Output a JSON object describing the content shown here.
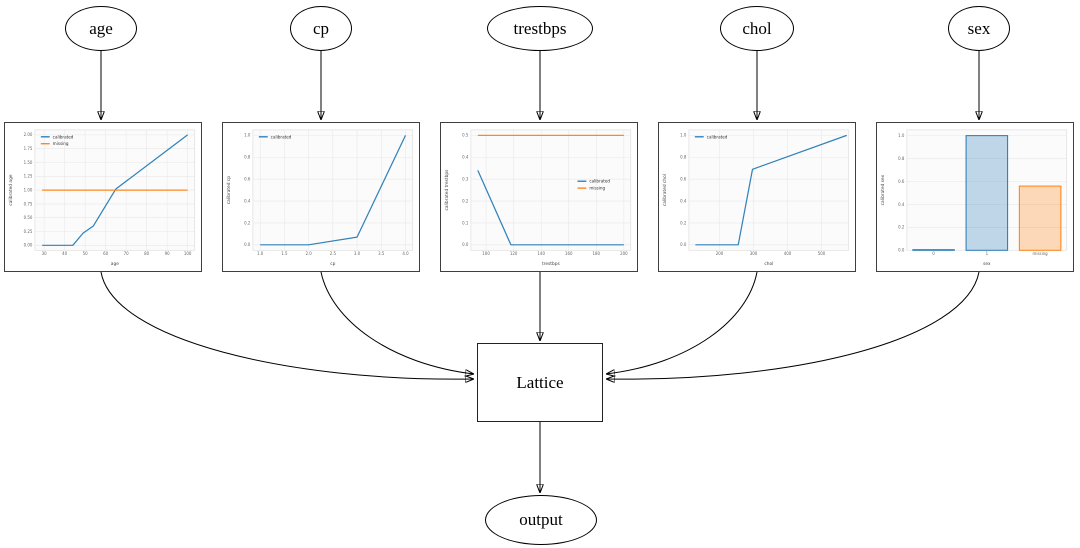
{
  "diagram": {
    "input_nodes": [
      {
        "id": "age",
        "label": "age"
      },
      {
        "id": "cp",
        "label": "cp"
      },
      {
        "id": "trestbps",
        "label": "trestbps"
      },
      {
        "id": "chol",
        "label": "chol"
      },
      {
        "id": "sex",
        "label": "sex"
      }
    ],
    "lattice_label": "Lattice",
    "output_label": "output",
    "edges": [
      {
        "from": "age",
        "to": "calibrator-age"
      },
      {
        "from": "cp",
        "to": "calibrator-cp"
      },
      {
        "from": "trestbps",
        "to": "calibrator-trestbps"
      },
      {
        "from": "chol",
        "to": "calibrator-chol"
      },
      {
        "from": "sex",
        "to": "calibrator-sex"
      },
      {
        "from": "calibrator-age",
        "to": "lattice"
      },
      {
        "from": "calibrator-cp",
        "to": "lattice"
      },
      {
        "from": "calibrator-trestbps",
        "to": "lattice"
      },
      {
        "from": "calibrator-chol",
        "to": "lattice"
      },
      {
        "from": "calibrator-sex",
        "to": "lattice"
      },
      {
        "from": "lattice",
        "to": "output"
      }
    ],
    "colors": {
      "calibrated": "#1f77b4",
      "missing": "#ff7f0e"
    }
  },
  "chart_data": [
    {
      "type": "line",
      "xlabel": "age",
      "ylabel": "calibrated age",
      "xlim": [
        25.5,
        103.5
      ],
      "ylim": [
        -0.09,
        2.09
      ],
      "xticks": [
        30,
        40,
        50,
        60,
        70,
        80,
        90,
        100
      ],
      "xticklabels": [
        "30",
        "40",
        "50",
        "60",
        "70",
        "80",
        "90",
        "100"
      ],
      "yticks": [
        0,
        0.25,
        0.5,
        0.75,
        1.0,
        1.25,
        1.5,
        1.75,
        2.0
      ],
      "yticklabels": [
        "0.00",
        "0.25",
        "0.50",
        "0.75",
        "1.00",
        "1.25",
        "1.50",
        "1.75",
        "2.00"
      ],
      "series": [
        {
          "name": "calibrated",
          "color": "#1f77b4",
          "points": [
            [
              29,
              0
            ],
            [
              44,
              0
            ],
            [
              49,
              0.22
            ],
            [
              54,
              0.35
            ],
            [
              65,
              1.02
            ],
            [
              100,
              2.0
            ]
          ]
        },
        {
          "name": "missing",
          "color": "#ff7f0e",
          "points": [
            [
              29,
              1.0
            ],
            [
              100,
              1.0
            ]
          ]
        }
      ],
      "legend": {
        "pos": "top-left",
        "entries": [
          {
            "label": "calibrated",
            "color": "#1f77b4"
          },
          {
            "label": "missing",
            "color": "#ff7f0e"
          }
        ]
      }
    },
    {
      "type": "line",
      "xlabel": "cp",
      "ylabel": "calibrated cp",
      "xlim": [
        0.85,
        4.15
      ],
      "ylim": [
        -0.05,
        1.05
      ],
      "xticks": [
        1.0,
        1.5,
        2.0,
        2.5,
        3.0,
        3.5,
        4.0
      ],
      "xticklabels": [
        "1.0",
        "1.5",
        "2.0",
        "2.5",
        "3.0",
        "3.5",
        "4.0"
      ],
      "yticks": [
        0,
        0.2,
        0.4,
        0.6,
        0.8,
        1.0
      ],
      "yticklabels": [
        "0.0",
        "0.2",
        "0.4",
        "0.6",
        "0.8",
        "1.0"
      ],
      "series": [
        {
          "name": "calibrated",
          "color": "#1f77b4",
          "points": [
            [
              1.0,
              0
            ],
            [
              2.0,
              0
            ],
            [
              3.0,
              0.07
            ],
            [
              4.0,
              1.0
            ]
          ]
        }
      ],
      "legend": {
        "pos": "top-left",
        "entries": [
          {
            "label": "calibrated",
            "color": "#1f77b4"
          }
        ]
      }
    },
    {
      "type": "line",
      "xlabel": "trestbps",
      "ylabel": "calibrated trestbps",
      "xlim": [
        89,
        205
      ],
      "ylim": [
        -0.025,
        0.525
      ],
      "xticks": [
        100,
        120,
        140,
        160,
        180,
        200
      ],
      "xticklabels": [
        "100",
        "120",
        "140",
        "160",
        "180",
        "200"
      ],
      "yticks": [
        0,
        0.1,
        0.2,
        0.3,
        0.4,
        0.5
      ],
      "yticklabels": [
        "0.0",
        "0.1",
        "0.2",
        "0.3",
        "0.4",
        "0.5"
      ],
      "series": [
        {
          "name": "calibrated",
          "color": "#1f77b4",
          "points": [
            [
              94,
              0.34
            ],
            [
              118,
              0
            ],
            [
              200,
              0
            ]
          ]
        },
        {
          "name": "missing",
          "color": "#ff7f0e",
          "points": [
            [
              94,
              0.5
            ],
            [
              200,
              0.5
            ]
          ]
        }
      ],
      "legend": {
        "pos": "right",
        "entries": [
          {
            "label": "calibrated",
            "color": "#1f77b4"
          },
          {
            "label": "missing",
            "color": "#ff7f0e"
          }
        ]
      }
    },
    {
      "type": "line",
      "xlabel": "chol",
      "ylabel": "calibrated chol",
      "xlim": [
        110,
        580
      ],
      "ylim": [
        -0.05,
        1.05
      ],
      "xticks": [
        200,
        300,
        400,
        500
      ],
      "xticklabels": [
        "200",
        "300",
        "400",
        "500"
      ],
      "yticks": [
        0,
        0.2,
        0.4,
        0.6,
        0.8,
        1.0
      ],
      "yticklabels": [
        "0.0",
        "0.2",
        "0.4",
        "0.6",
        "0.8",
        "1.0"
      ],
      "series": [
        {
          "name": "calibrated",
          "color": "#1f77b4",
          "points": [
            [
              129,
              0
            ],
            [
              255,
              0
            ],
            [
              297,
              0.69
            ],
            [
              574,
              1.0
            ]
          ]
        }
      ],
      "legend": {
        "pos": "top-left",
        "entries": [
          {
            "label": "calibrated",
            "color": "#1f77b4"
          }
        ]
      }
    },
    {
      "type": "bar",
      "xlabel": "sex",
      "ylabel": "calibrated sex",
      "categories": [
        "0",
        "1",
        "missing"
      ],
      "values": [
        0.005,
        1.0,
        0.56
      ],
      "bar_colors": [
        "#1f77b4",
        "#1f77b4",
        "#ff7f0e"
      ],
      "ylim": [
        0,
        1.05
      ],
      "yticks": [
        0,
        0.2,
        0.4,
        0.6,
        0.8,
        1.0
      ],
      "yticklabels": [
        "0.0",
        "0.2",
        "0.4",
        "0.6",
        "0.8",
        "1.0"
      ]
    }
  ]
}
